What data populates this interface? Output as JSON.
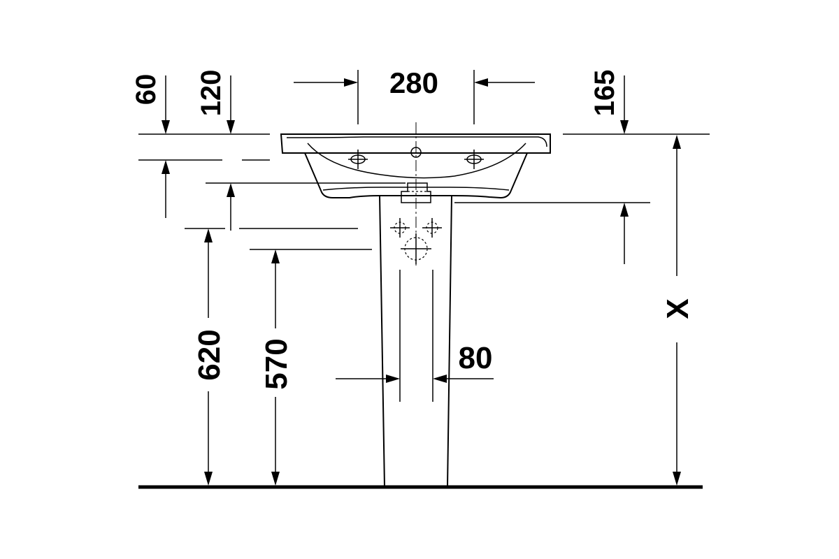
{
  "dimensions": {
    "d60": "60",
    "d120": "120",
    "d280": "280",
    "d165": "165",
    "d620": "620",
    "d570": "570",
    "d80": "80",
    "dX": "X"
  }
}
